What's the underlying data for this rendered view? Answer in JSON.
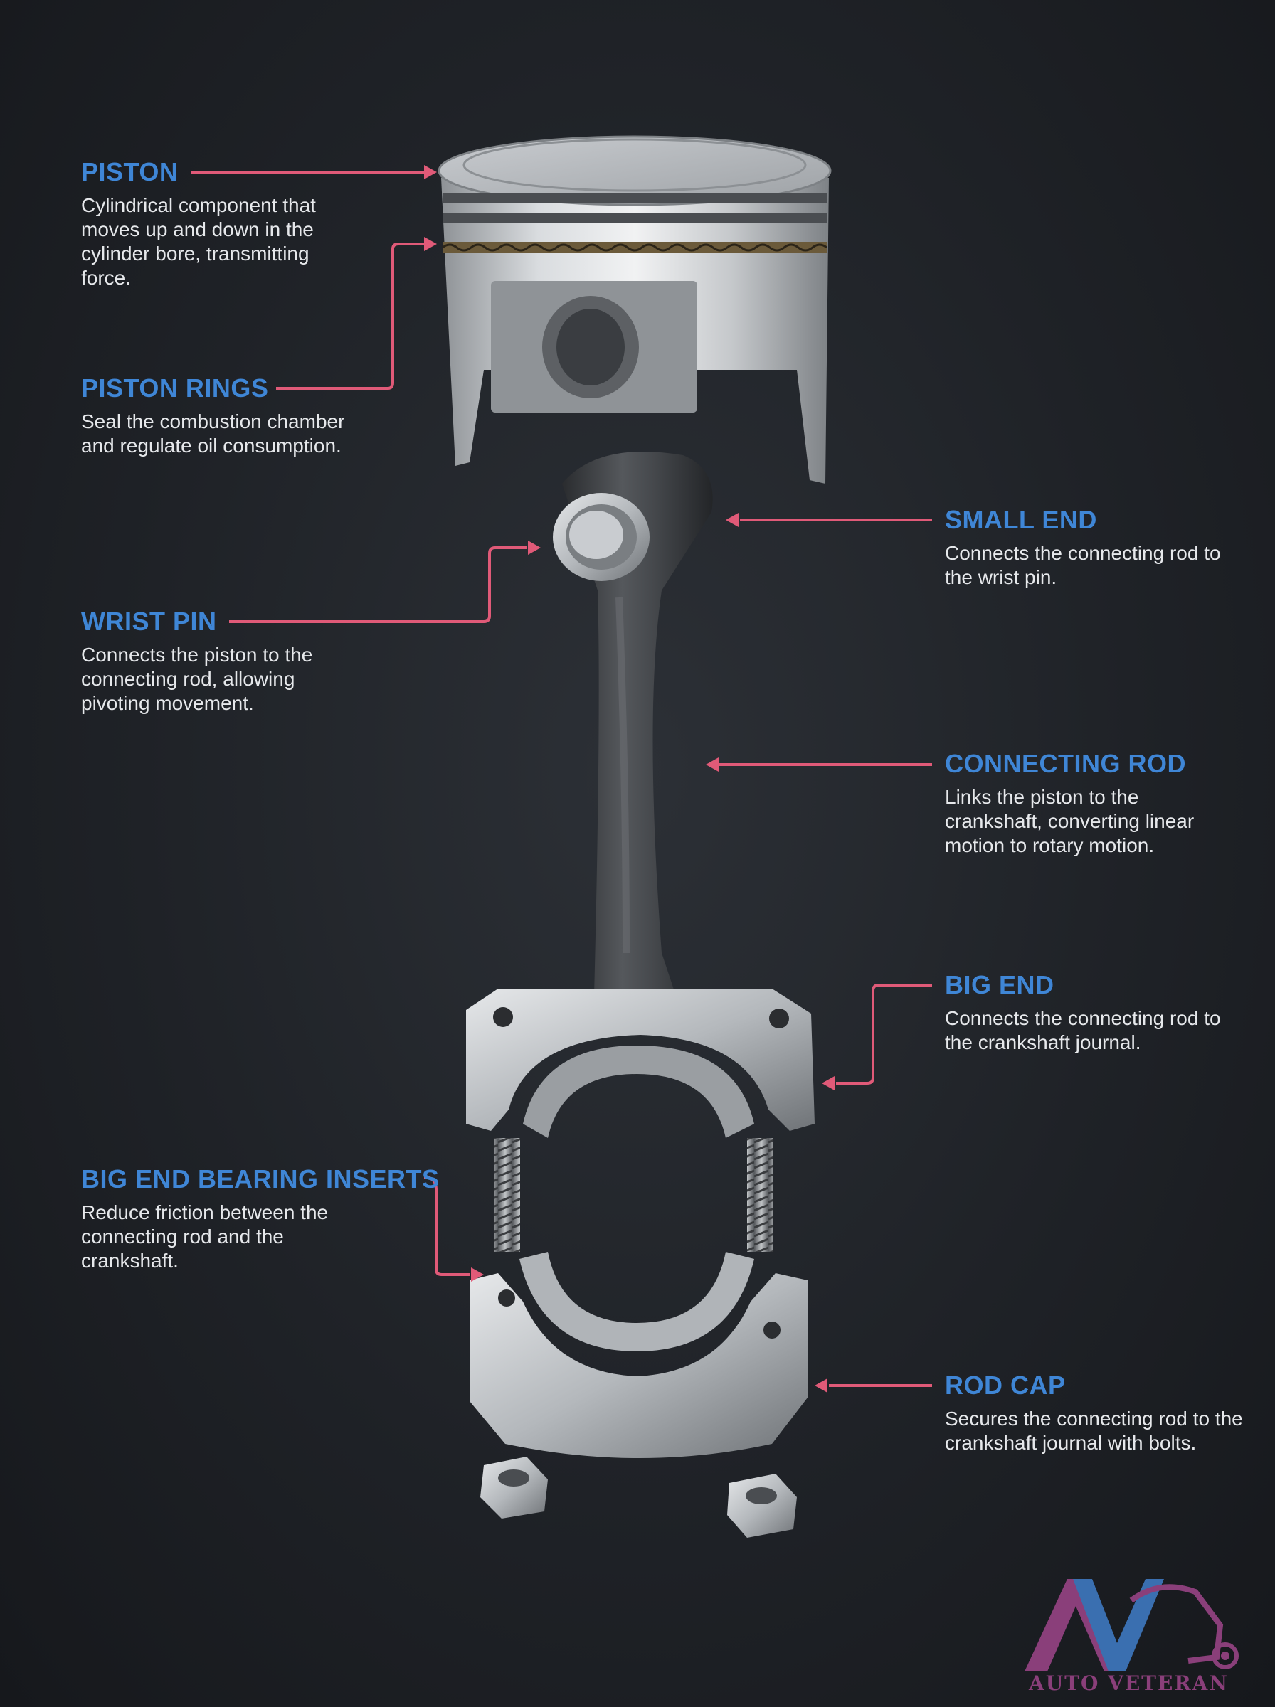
{
  "callouts": {
    "piston": {
      "title": "PISTON",
      "desc": "Cylindrical component that moves up and down in the cylinder bore, transmitting force."
    },
    "piston_rings": {
      "title": "PISTON RINGS",
      "desc": "Seal the combustion chamber and regulate oil consumption."
    },
    "wrist_pin": {
      "title": "WRIST PIN",
      "desc": "Connects the piston to the connecting rod, allowing pivoting movement."
    },
    "big_end_bearing_inserts": {
      "title": "BIG END BEARING INSERTS",
      "desc": "Reduce friction between the connecting rod and the crankshaft."
    },
    "small_end": {
      "title": "SMALL END",
      "desc": "Connects the connecting rod to the wrist pin."
    },
    "connecting_rod": {
      "title": "CONNECTING ROD",
      "desc": "Links the piston to the crankshaft, converting linear motion to rotary motion."
    },
    "big_end": {
      "title": "BIG END",
      "desc": "Connects the connecting rod to the crankshaft journal."
    },
    "rod_cap": {
      "title": "ROD CAP",
      "desc": "Secures the connecting rod to the crankshaft journal with bolts."
    }
  },
  "logo": {
    "text": "AUTO VETERAN",
    "icon": "av-car-logo-icon"
  },
  "colors": {
    "title": "#3f86d6",
    "leader": "#e05a78",
    "text": "#e6e8eb",
    "logo": "#8a3f7a",
    "logo_accent": "#3a6fb0"
  }
}
